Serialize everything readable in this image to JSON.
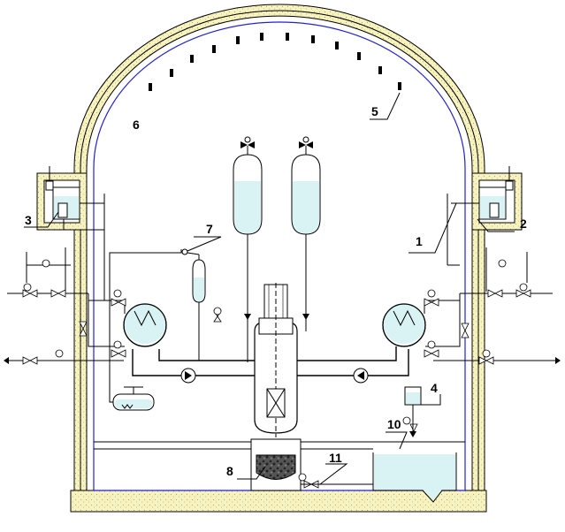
{
  "labels": {
    "l1": "1",
    "l2": "2",
    "l3": "3",
    "l4": "4",
    "l5": "5",
    "l6": "6",
    "l7": "7",
    "l8": "8",
    "l10": "10",
    "l11": "11"
  },
  "colors": {
    "concrete": "#f7f3c0",
    "water": "#d9f2f4",
    "liner": "#2222cc",
    "line": "#000000"
  }
}
